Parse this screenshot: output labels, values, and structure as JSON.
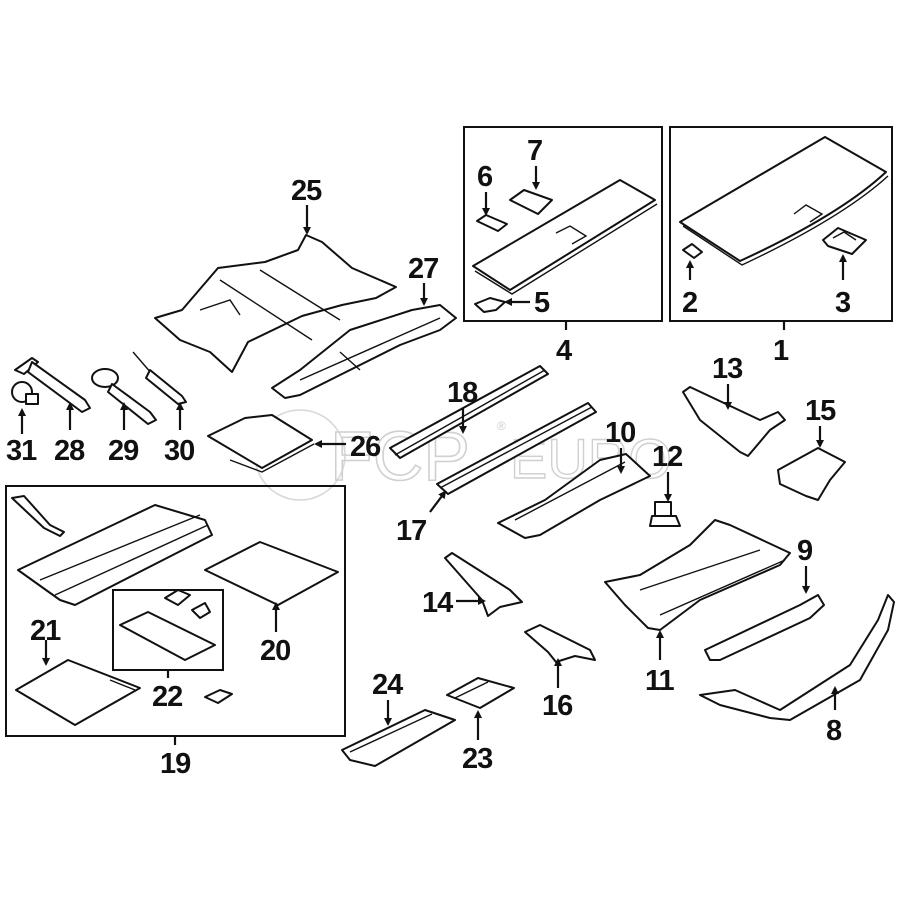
{
  "diagram": {
    "watermark": {
      "brand": "FCP",
      "suffix": "EURO",
      "registered": "®"
    },
    "callouts": [
      {
        "id": "1"
      },
      {
        "id": "2"
      },
      {
        "id": "3"
      },
      {
        "id": "4"
      },
      {
        "id": "5"
      },
      {
        "id": "6"
      },
      {
        "id": "7"
      },
      {
        "id": "8"
      },
      {
        "id": "9"
      },
      {
        "id": "10"
      },
      {
        "id": "11"
      },
      {
        "id": "12"
      },
      {
        "id": "13"
      },
      {
        "id": "14"
      },
      {
        "id": "15"
      },
      {
        "id": "16"
      },
      {
        "id": "17"
      },
      {
        "id": "18"
      },
      {
        "id": "19"
      },
      {
        "id": "20"
      },
      {
        "id": "21"
      },
      {
        "id": "22"
      },
      {
        "id": "23"
      },
      {
        "id": "24"
      },
      {
        "id": "25"
      },
      {
        "id": "26"
      },
      {
        "id": "27"
      },
      {
        "id": "28"
      },
      {
        "id": "29"
      },
      {
        "id": "30"
      },
      {
        "id": "31"
      }
    ]
  }
}
